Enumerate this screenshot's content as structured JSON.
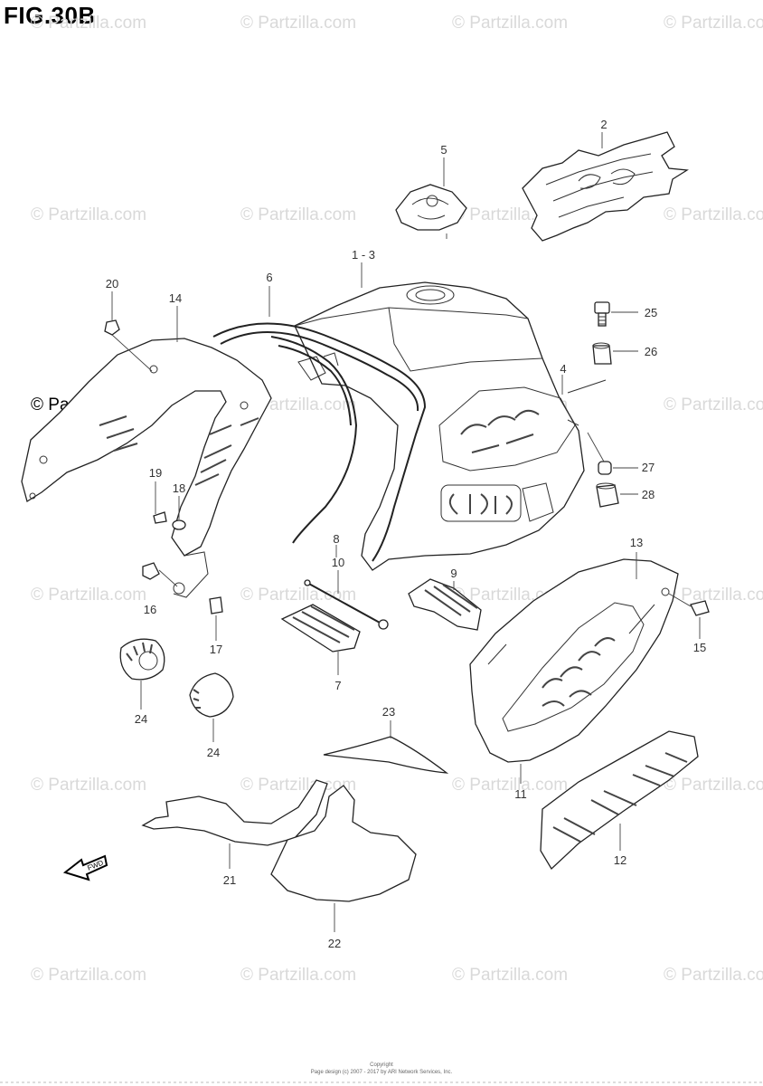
{
  "figure": {
    "title": "FIG.30B",
    "watermark": "© Partzilla.com",
    "copyright_lines": [
      "Copyright",
      "Page design (c) 2007 - 2017 by ARI Network Services, Inc."
    ],
    "fwd_label": "FWD"
  },
  "parts": {
    "p1_3": "1 - 3",
    "p2": "2",
    "p4": "4",
    "p5": "5",
    "p6": "6",
    "p7": "7",
    "p8": "8",
    "p9": "9",
    "p10": "10",
    "p11": "11",
    "p12": "12",
    "p13": "13",
    "p14": "14",
    "p15": "15",
    "p16": "16",
    "p17": "17",
    "p18": "18",
    "p19": "19",
    "p20": "20",
    "p21": "21",
    "p22": "22",
    "p23": "23",
    "p24a": "24",
    "p24b": "24",
    "p25": "25",
    "p26": "26",
    "p27": "27",
    "p28": "28"
  },
  "colors": {
    "line": "#222222",
    "watermark": "#d9d9d9",
    "background": "#ffffff"
  }
}
